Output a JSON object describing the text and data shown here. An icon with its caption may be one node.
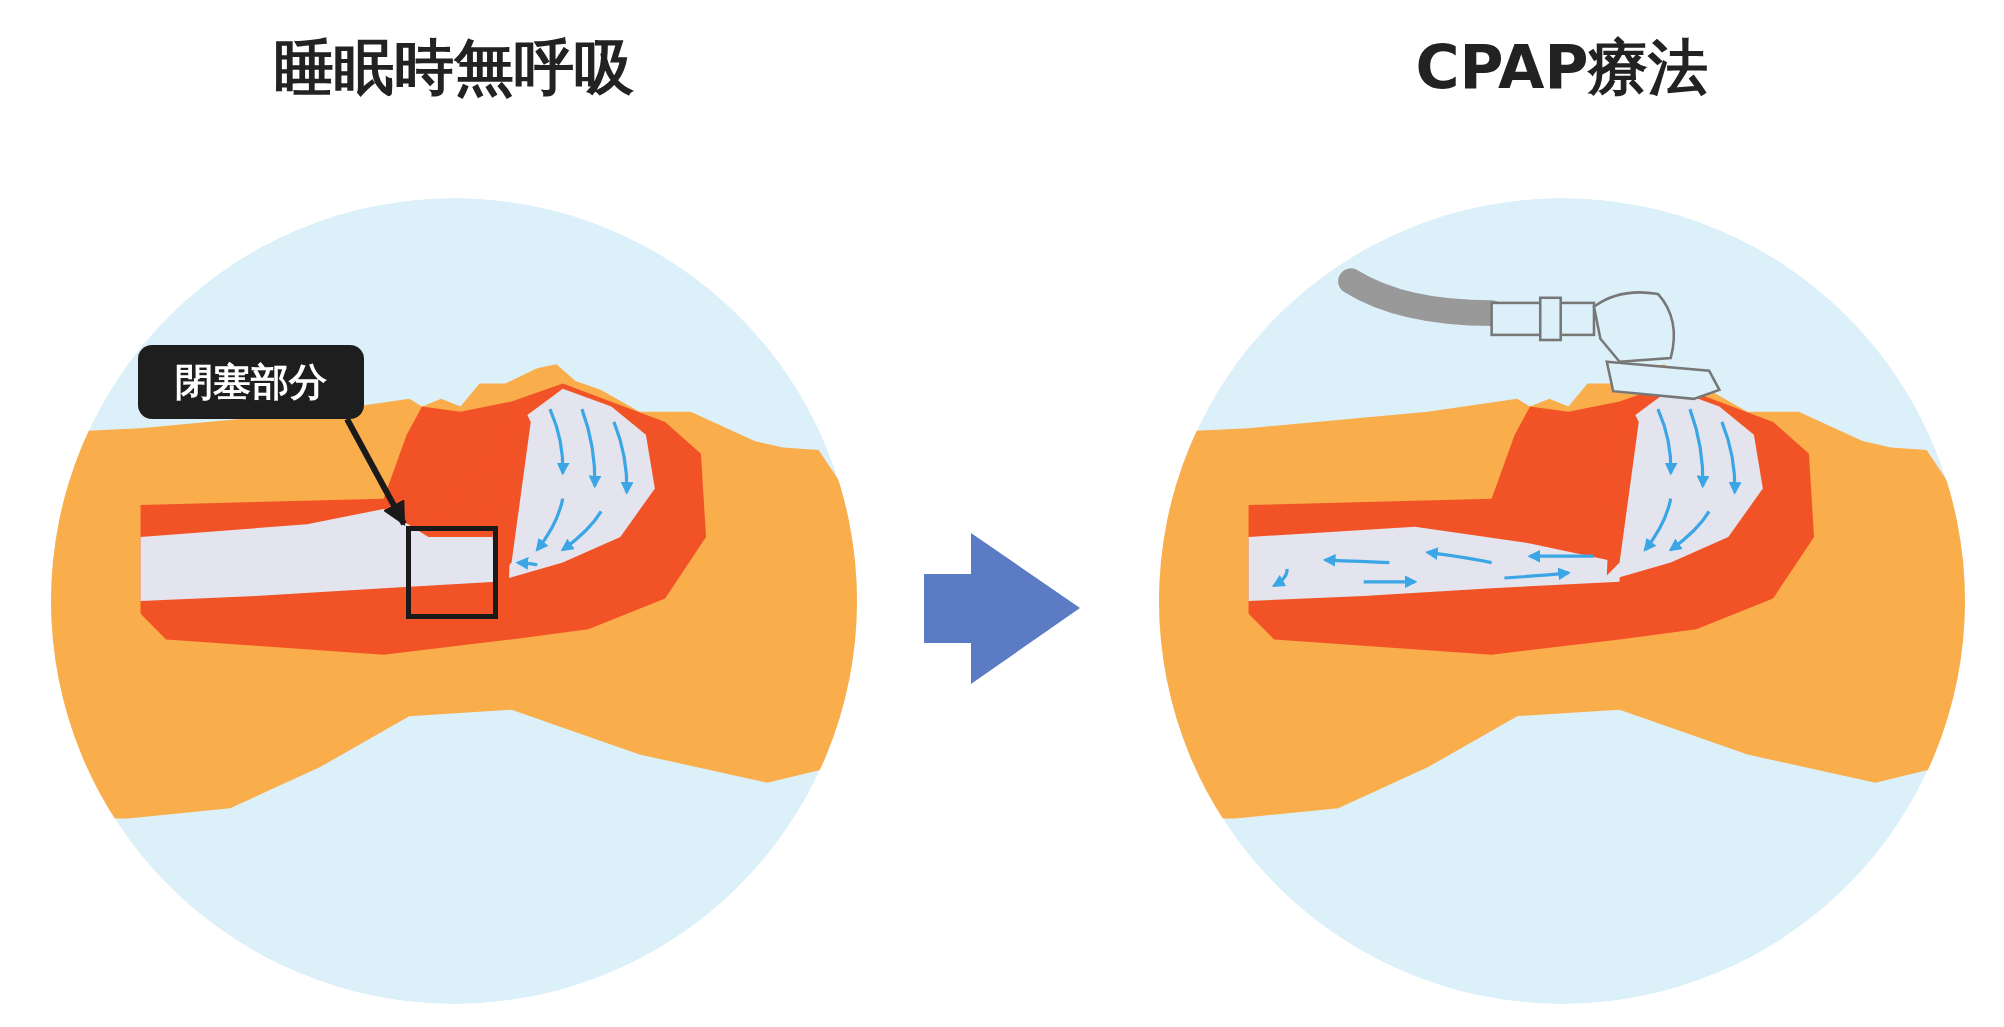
{
  "diagram": {
    "nodes": [
      {
        "text": [
          "睡眠時無呼吸"
        ]
      },
      {
        "text": [
          "閉塞部分"
        ],
        "in": 0
      },
      {
        "text": [],
        "shape": "box",
        "in": 0
      },
      {
        "text": [
          "CPAP療法"
        ]
      }
    ],
    "edges": [
      {
        "from": 0,
        "to": 3,
        "arrow": "to"
      },
      {
        "from": 1,
        "to": 2,
        "arrow": "to"
      }
    ]
  }
}
